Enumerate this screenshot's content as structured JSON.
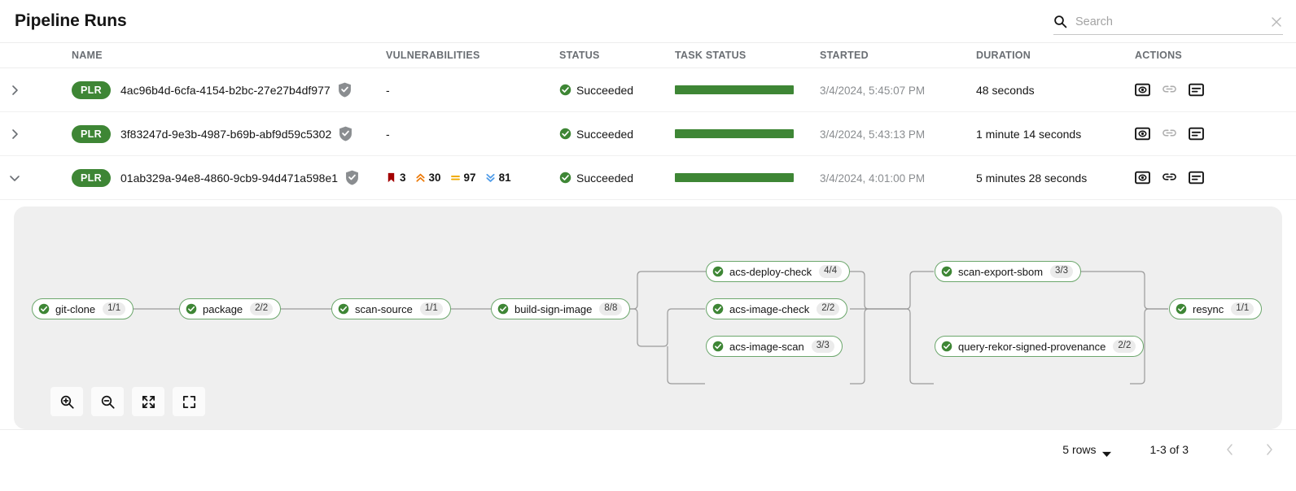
{
  "header": {
    "title": "Pipeline Runs"
  },
  "search": {
    "placeholder": "Search",
    "value": "",
    "icon": "search-icon",
    "clear_icon": "close-icon"
  },
  "table": {
    "columns": [
      "NAME",
      "VULNERABILITIES",
      "STATUS",
      "TASK STATUS",
      "STARTED",
      "DURATION",
      "ACTIONS"
    ],
    "rows": [
      {
        "expanded": false,
        "toggle_icon": "chevron-right-icon",
        "badge": "PLR",
        "name": "4ac96b4d-6cfa-4154-b2bc-27e27b4df977",
        "signed_icon": "shield-check-icon",
        "vulnerabilities": {
          "none": "-"
        },
        "status": "Succeeded",
        "status_icon": "check-circle-icon",
        "task_status_percent": 100,
        "started": "3/4/2024, 5:45:07 PM",
        "duration": "48 seconds",
        "actions": [
          "view-output-icon",
          "link-icon",
          "logs-icon"
        ]
      },
      {
        "expanded": false,
        "toggle_icon": "chevron-right-icon",
        "badge": "PLR",
        "name": "3f83247d-9e3b-4987-b69b-abf9d59c5302",
        "signed_icon": "shield-check-icon",
        "vulnerabilities": {
          "none": "-"
        },
        "status": "Succeeded",
        "status_icon": "check-circle-icon",
        "task_status_percent": 100,
        "started": "3/4/2024, 5:43:13 PM",
        "duration": "1 minute 14 seconds",
        "actions": [
          "view-output-icon",
          "link-icon",
          "logs-icon"
        ]
      },
      {
        "expanded": true,
        "toggle_icon": "chevron-down-icon",
        "badge": "PLR",
        "name": "01ab329a-94e8-4860-9cb9-94d471a598e1",
        "signed_icon": "shield-check-icon",
        "vulnerabilities": {
          "critical": "3",
          "high": "30",
          "medium": "97",
          "low": "81"
        },
        "status": "Succeeded",
        "status_icon": "check-circle-icon",
        "task_status_percent": 100,
        "started": "3/4/2024, 4:01:00 PM",
        "duration": "5 minutes 28 seconds",
        "actions": [
          "view-output-icon",
          "link-icon",
          "logs-icon"
        ]
      }
    ]
  },
  "graph": {
    "nodes": [
      {
        "id": "git-clone",
        "label": "git-clone",
        "count": "1/1",
        "status_icon": "check-circle-icon"
      },
      {
        "id": "package",
        "label": "package",
        "count": "2/2",
        "status_icon": "check-circle-icon"
      },
      {
        "id": "scan-source",
        "label": "scan-source",
        "count": "1/1",
        "status_icon": "check-circle-icon"
      },
      {
        "id": "build-sign-image",
        "label": "build-sign-image",
        "count": "8/8",
        "status_icon": "check-circle-icon"
      },
      {
        "id": "acs-deploy-check",
        "label": "acs-deploy-check",
        "count": "4/4",
        "status_icon": "check-circle-icon"
      },
      {
        "id": "acs-image-check",
        "label": "acs-image-check",
        "count": "2/2",
        "status_icon": "check-circle-icon"
      },
      {
        "id": "acs-image-scan",
        "label": "acs-image-scan",
        "count": "3/3",
        "status_icon": "check-circle-icon"
      },
      {
        "id": "scan-export-sbom",
        "label": "scan-export-sbom",
        "count": "3/3",
        "status_icon": "check-circle-icon"
      },
      {
        "id": "query-rekor-signed-provenance",
        "label": "query-rekor-signed-provenance",
        "count": "2/2",
        "status_icon": "check-circle-icon"
      },
      {
        "id": "resync",
        "label": "resync",
        "count": "1/1",
        "status_icon": "check-circle-icon"
      }
    ],
    "controls": [
      {
        "name": "zoom-in-button",
        "icon": "zoom-in-icon"
      },
      {
        "name": "zoom-out-button",
        "icon": "zoom-out-icon"
      },
      {
        "name": "fit-view-button",
        "icon": "expand-arrows-icon"
      },
      {
        "name": "fullscreen-button",
        "icon": "fullscreen-icon"
      }
    ]
  },
  "footer": {
    "rows_per_page": "5 rows",
    "range": "1-3 of 3",
    "prev_icon": "chevron-left-icon",
    "next_icon": "chevron-right-icon"
  },
  "colors": {
    "green": "#3e8635",
    "node_border": "#6ca76c",
    "panel_bg": "#efefef",
    "critical": "#a30000",
    "high": "#ec7a08",
    "medium": "#f0ab00",
    "low": "#519de9",
    "muted": "#6a6e73"
  }
}
